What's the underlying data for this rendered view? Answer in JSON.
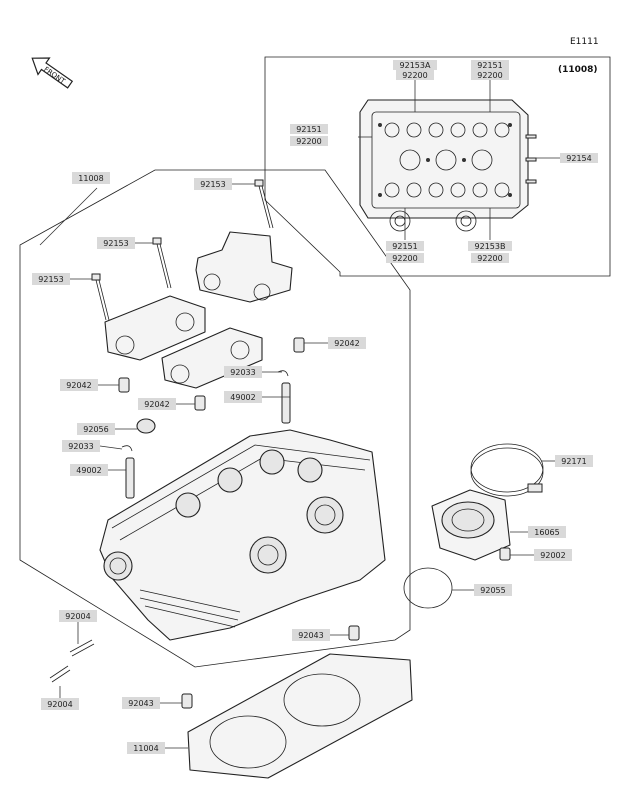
{
  "diagram": {
    "page_code": "E1111",
    "direction_label": "FRONT",
    "inset_label": "(11008)",
    "part_labels": {
      "p11008": "11008",
      "p92153_a": "92153",
      "p92153_b": "92153",
      "p92153_c": "92153",
      "p92042_r": "92042",
      "p92033_r": "92033",
      "p49002_r": "49002",
      "p92042_l": "92042",
      "p92042_m": "92042",
      "p92056": "92056",
      "p92033_l": "92033",
      "p49002_l": "49002",
      "p92171": "92171",
      "p16065": "16065",
      "p92002": "92002",
      "p92055": "92055",
      "p92043_r": "92043",
      "p92004_a": "92004",
      "p92004_b": "92004",
      "p92043_l": "92043",
      "p11004": "11004",
      "i92153A": "92153A",
      "i92200_a": "92200",
      "i92151_a": "92151",
      "i92200_b": "92200",
      "i92151_l": "92151",
      "i92200_l": "92200",
      "i92154": "92154",
      "i92151_b": "92151",
      "i92200_c": "92200",
      "i92153B": "92153B",
      "i92200_d": "92200"
    }
  }
}
